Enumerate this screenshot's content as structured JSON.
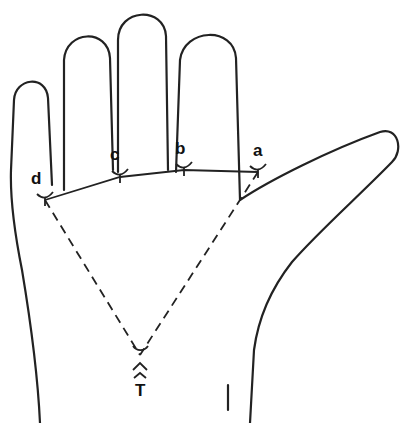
{
  "diagram": {
    "labels": [
      "d",
      "c",
      "b",
      "a",
      "T"
    ]
  }
}
